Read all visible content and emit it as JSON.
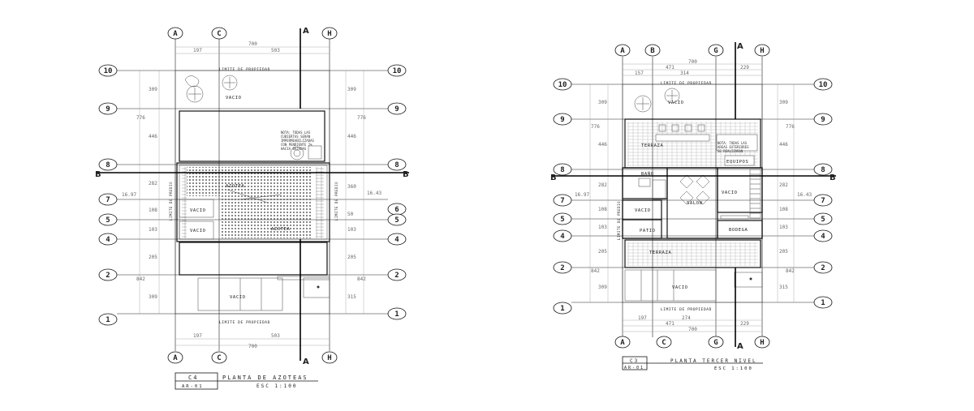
{
  "plans": [
    {
      "id": "left",
      "sheet_no": "C4",
      "sheet_ref": "AR-01",
      "title": "PLANTA DE AZOTEAS",
      "scale": "ESC 1:100",
      "cut_labels": {
        "a": "A",
        "b": "B"
      },
      "top_axes": [
        "A",
        "C",
        "H"
      ],
      "bottom_axes": [
        "A",
        "C",
        "H"
      ],
      "left_axes": [
        "10",
        "9",
        "8",
        "7",
        "5",
        "4",
        "2",
        "1"
      ],
      "right_axes": [
        "10",
        "9",
        "8",
        "6",
        "5",
        "4",
        "2",
        "1"
      ],
      "top_dims": {
        "total": "700",
        "left": "197",
        "right": "503"
      },
      "bottom_dims": {
        "total": "700",
        "left": "197",
        "right": "503"
      },
      "left_dims": [
        "309",
        "776",
        "446",
        "282",
        "108",
        "103",
        "205",
        "842",
        "309"
      ],
      "left_total": "16.97",
      "right_dims": [
        "309",
        "776",
        "446",
        "360",
        "50",
        "103",
        "205",
        "842",
        "315"
      ],
      "right_total": "16.43",
      "rooms": [
        "VACIO",
        "VACIO",
        "VACIO",
        "VACIO",
        "AZOTEA",
        "AZOTEA"
      ],
      "labels": [
        "LIMITE DE PROPIEDAD",
        "LIMITE DE PROPIEDAD",
        "LIMITE DE PREDIO",
        "LIMITE DE PREDIO"
      ],
      "notes": [
        "NOTA: TODAS LAS",
        "CUBIERTAS SERAN",
        "IMPERMEABILIZADAS",
        "CON PENDIENTE 2%",
        "HACIA BAJADAS"
      ]
    },
    {
      "id": "right",
      "sheet_no": "C3",
      "sheet_ref": "AR-01",
      "title": "PLANTA TERCER NIVEL",
      "scale": "ESC 1:100",
      "cut_labels": {
        "a": "A",
        "b": "B"
      },
      "top_axes": [
        "A",
        "B",
        "G",
        "H"
      ],
      "bottom_axes": [
        "A",
        "C",
        "G",
        "H"
      ],
      "left_axes": [
        "10",
        "9",
        "8",
        "7",
        "5",
        "4",
        "2",
        "1"
      ],
      "right_axes": [
        "10",
        "9",
        "8",
        "7",
        "5",
        "4",
        "2",
        "1"
      ],
      "top_dims": {
        "total": "700",
        "left": "471",
        "right": "229",
        "sub": "157",
        "sub2": "314"
      },
      "bottom_dims": {
        "total": "700",
        "left": "471",
        "right": "229",
        "sub": "197",
        "sub2": "274"
      },
      "left_dims": [
        "309",
        "776",
        "446",
        "282",
        "108",
        "103",
        "205",
        "842",
        "309"
      ],
      "left_total": "16.97",
      "right_dims": [
        "309",
        "776",
        "446",
        "282",
        "108",
        "103",
        "205",
        "842",
        "315"
      ],
      "right_total": "16.43",
      "rooms": [
        "VACIO",
        "TERRAZA",
        "EQUIPOS",
        "BAÑO",
        "SALON",
        "VACIO",
        "VACIO",
        "PATIO",
        "BODEGA",
        "TERRAZA",
        "VACIO"
      ],
      "labels": [
        "LIMITE DE PROPIEDAD",
        "LIMITE DE PROPIEDAD",
        "LIMITE DE PREDIO"
      ],
      "notes": [
        "NOTA: TODAS LAS",
        "AREAS EXTERIORES",
        "SE REALIZARAN"
      ]
    }
  ]
}
